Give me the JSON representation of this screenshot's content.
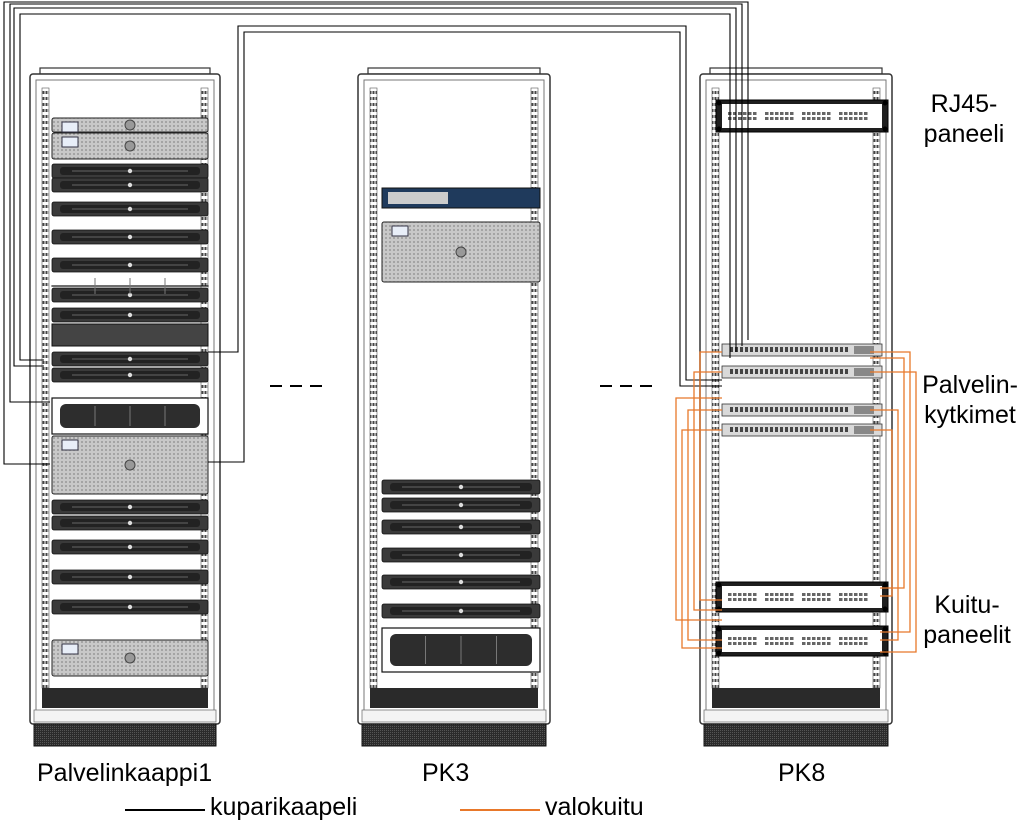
{
  "cabinets": [
    {
      "name": "Palvelinkaappi1"
    },
    {
      "name": "PK3"
    },
    {
      "name": "PK8"
    }
  ],
  "annotations": {
    "rj45_panel": [
      "RJ45-",
      "paneeli"
    ],
    "server_switches": [
      "Palvelin-",
      "kytkimet"
    ],
    "fiber_panels": [
      "Kuitu-",
      "paneelit"
    ]
  },
  "legend": {
    "copper": {
      "label": "kuparikaapeli",
      "color": "#000000"
    },
    "fiber": {
      "label": "valokuitu",
      "color": "#e8782a"
    }
  },
  "colors": {
    "copper": "#000000",
    "fiber": "#e8782a",
    "cabinet_frame": "#333333",
    "server_face": "#3a3a3a",
    "server_silver": "#cfcfcf",
    "base": "#2a2a2a"
  }
}
